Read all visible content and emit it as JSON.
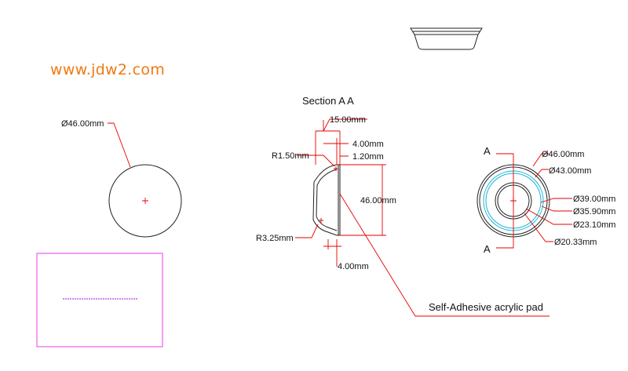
{
  "watermark": "www.jdw2.com",
  "section_title": "Section  A A",
  "front_view": {
    "diameter_label": "Ø46.00mm"
  },
  "section_view": {
    "dim_width": "15.00mm",
    "dim_top": "4.00mm",
    "dim_thickness": "1.20mm",
    "dim_height": "46.00mm",
    "dim_bottom": "4.00mm",
    "radius_top": "R1.50mm",
    "radius_bottom": "R3.25mm",
    "pad_callout": "Self-Adhesive acrylic pad"
  },
  "top_view": {
    "section_marker_top": "A",
    "section_marker_bottom": "A",
    "dims": [
      "Ø46.00mm",
      "Ø43.00mm",
      "Ø39.00mm",
      "Ø35.90mm",
      "Ø23.10mm",
      "Ø20.33mm"
    ]
  },
  "colors": {
    "dimension": "#e60000",
    "outline": "#222222",
    "detail": "#17b5d6",
    "frame": "#e83ce8",
    "watermark": "#f07a12"
  }
}
